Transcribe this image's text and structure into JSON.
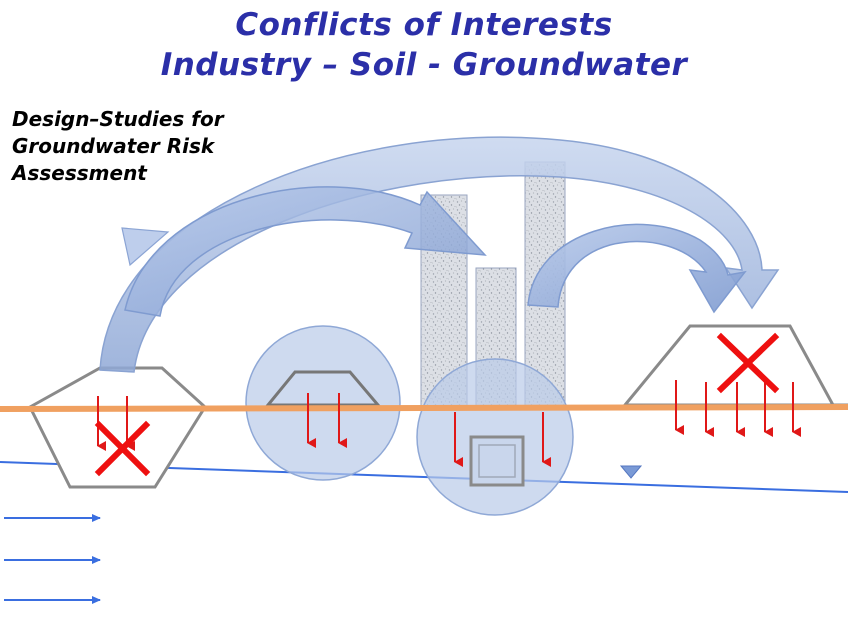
{
  "title": {
    "line1": "Conflicts of Interests",
    "line2": "Industry – Soil - Groundwater"
  },
  "subtitle": {
    "line1": "Design–Studies for",
    "line2": "Groundwater Risk",
    "line3": "Assessment"
  },
  "colors": {
    "title": "#2b2fa8",
    "ground_line": "#f0a060",
    "water_table": "#3a6ee0",
    "flow_arrows": "#3a6ee0",
    "infiltration_arrows": "#e01818",
    "cross_mark": "#ee1010",
    "translucent_blue": "#a9bde0",
    "outline_gray": "#8a8a8a",
    "stack_fill": "#d6d9df"
  },
  "icons": {
    "reject": "cross-mark-icon",
    "water_level": "water-table-triangle-icon",
    "infiltration": "red-down-arrow-icon",
    "groundwater_flow": "blue-right-arrow-icon"
  }
}
